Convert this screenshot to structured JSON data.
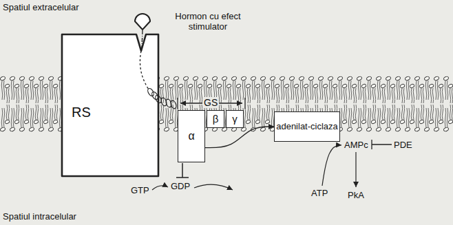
{
  "diagram": {
    "nodes": [
      {
        "text": [
          "RS"
        ]
      },
      {
        "text": [
          "α"
        ]
      },
      {
        "text": [
          "β"
        ]
      },
      {
        "text": [
          "γ"
        ]
      },
      {
        "text": [
          "adenilat-ciclaza"
        ]
      }
    ],
    "edges": [
      {
        "from": 1,
        "to": 4,
        "arrow": "to"
      }
    ],
    "labels": [
      "Spatiul extracelular",
      "Hormon cu efect stimulator",
      "GS",
      "AMPc",
      "PDE",
      "ATP",
      "PkA",
      "GTP",
      "GDP",
      "Spatiul intracelular"
    ]
  }
}
